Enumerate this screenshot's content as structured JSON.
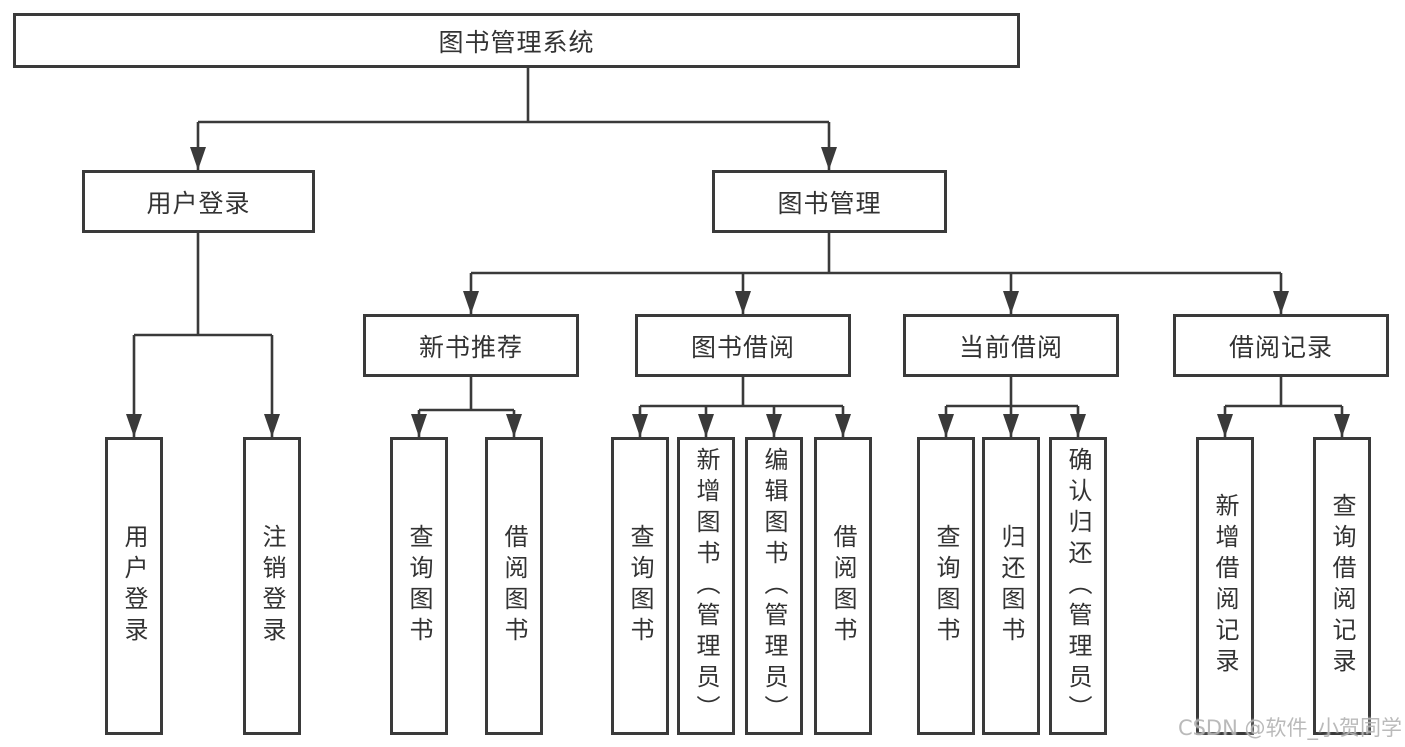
{
  "diagram": {
    "root": "图书管理系统",
    "level2": [
      "用户登录",
      "图书管理"
    ],
    "level3": [
      "新书推荐",
      "图书借阅",
      "当前借阅",
      "借阅记录"
    ],
    "leaves": {
      "user_login": [
        "用户登录",
        "注销登录"
      ],
      "new_book_recommend": [
        "查询图书",
        "借阅图书"
      ],
      "book_borrowing": [
        "查询图书",
        "新增图书（管理员）",
        "编辑图书（管理员）",
        "借阅图书"
      ],
      "current_borrowing": [
        "查询图书",
        "归还图书",
        "确认归还（管理员）"
      ],
      "borrowing_records": [
        "新增借阅记录",
        "查询借阅记录"
      ]
    }
  },
  "watermark": "CSDN @软件_小贺同学",
  "colors": {
    "line": "#3a3a3a",
    "text": "#333333",
    "background": "#ffffff",
    "watermark": "#b5b5b5"
  }
}
